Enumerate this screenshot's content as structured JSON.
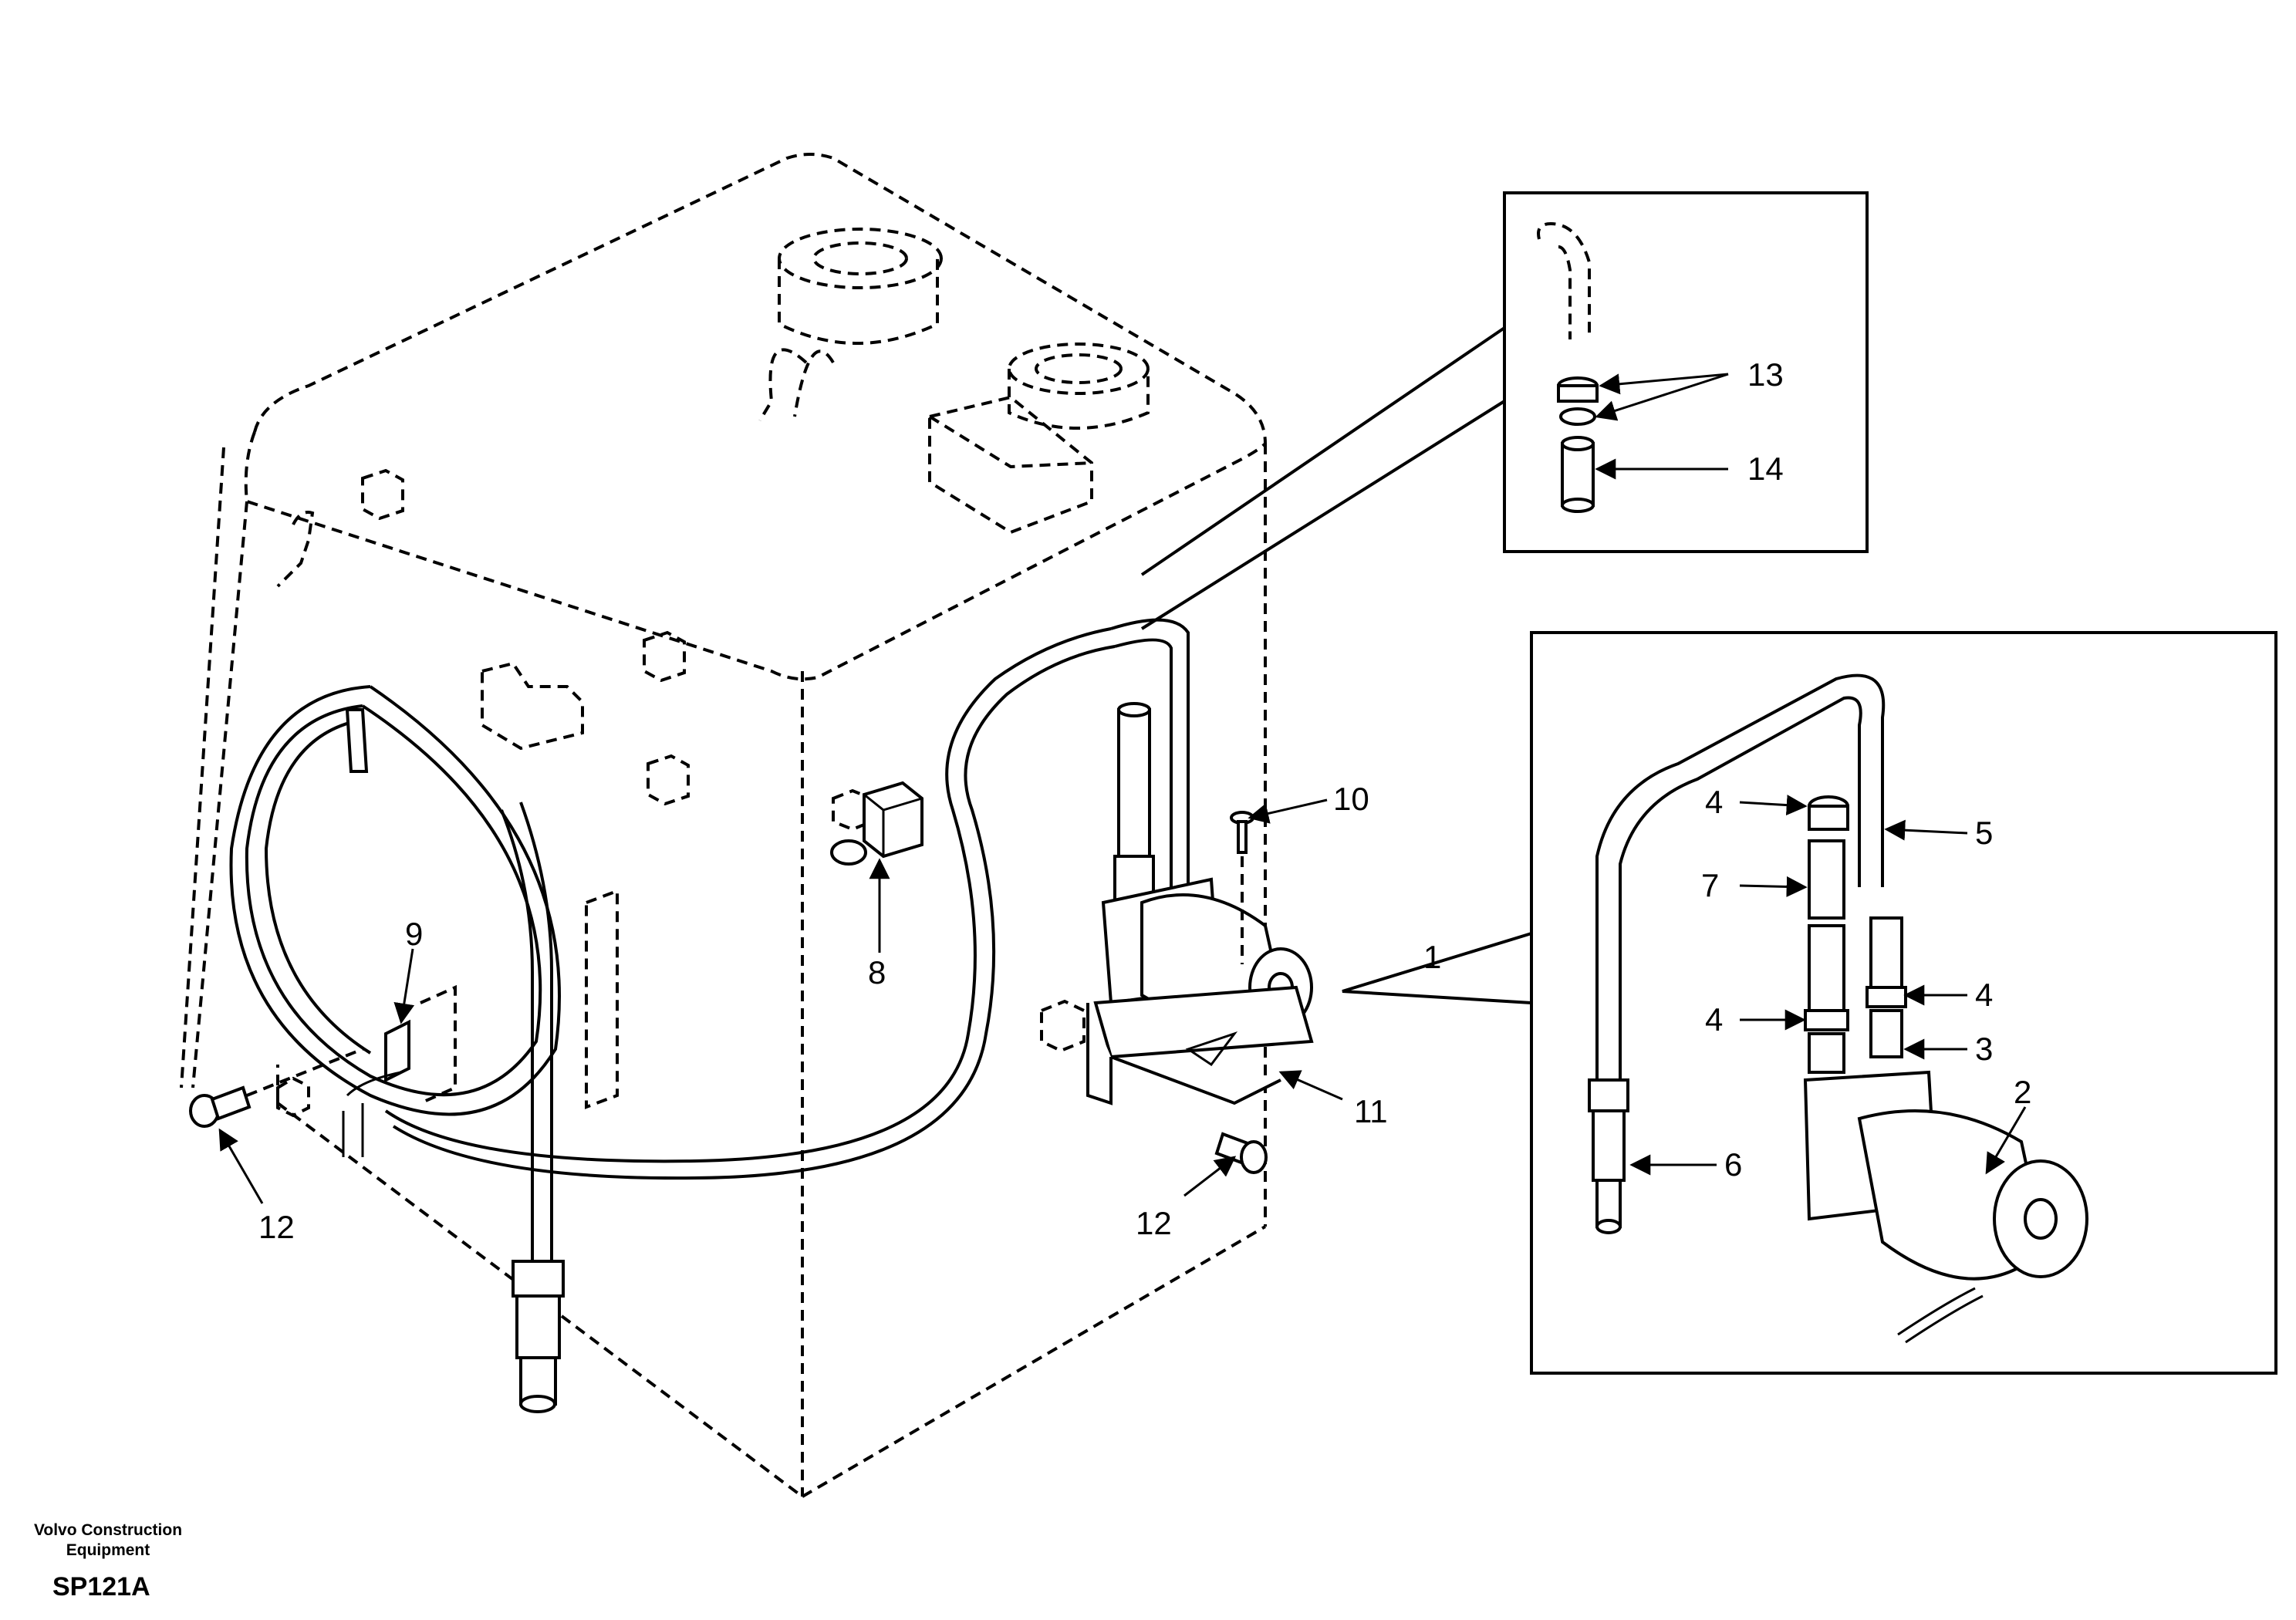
{
  "footer": {
    "company_line1": "Volvo Construction",
    "company_line2": "Equipment",
    "drawing_code": "SP121A"
  },
  "callouts": {
    "c1": "1",
    "c2": "2",
    "c3": "3",
    "c4a": "4",
    "c4b": "4",
    "c4c": "4",
    "c5": "5",
    "c6": "6",
    "c7": "7",
    "c8": "8",
    "c9": "9",
    "c10": "10",
    "c11": "11",
    "c12a": "12",
    "c12b": "12",
    "c13": "13",
    "c14": "14"
  }
}
